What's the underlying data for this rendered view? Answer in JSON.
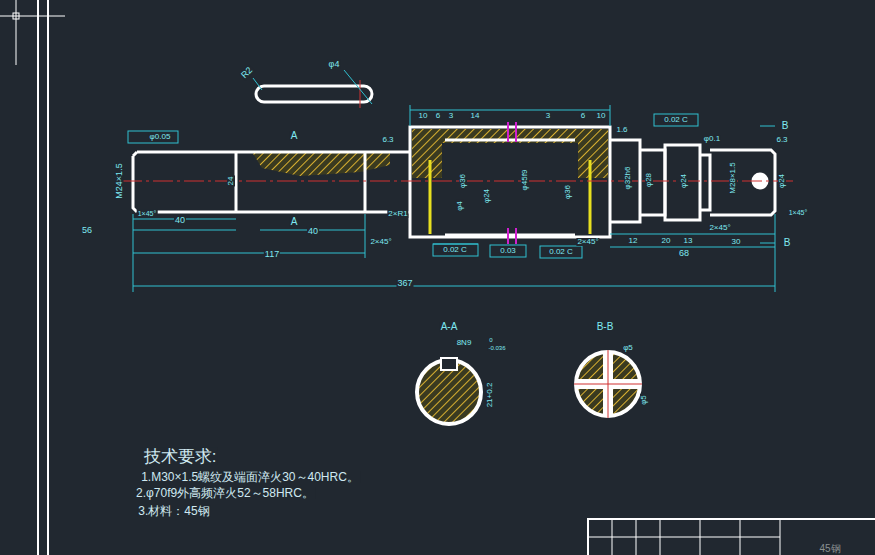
{
  "diagram": {
    "labels": [
      "φ4",
      "R2",
      "A",
      "A",
      "B",
      "B",
      "φ0.05",
      "M24×1.5",
      "1×45°",
      "40",
      "56",
      "40",
      "24",
      "6.3",
      "2×R1",
      "117",
      "2×45°",
      "367",
      "10",
      "6",
      "3",
      "14",
      "3",
      "6",
      "10",
      "φ36",
      "φ4",
      "φ24",
      "φ45f9",
      "φ36",
      "0.02 C",
      "0.03",
      "0.02 C",
      "2×45°",
      "1.6",
      "0.02 C",
      "φ0.1",
      "6.3",
      "φ32h6",
      "φ28",
      "φ24",
      "M28×1.5",
      "φ24",
      "1×45°",
      "12",
      "20",
      "13",
      "2×45°",
      "30",
      "68",
      "A-A",
      "B-B",
      "8N9",
      "0",
      "-0.036",
      "21+0.2",
      "φ5",
      "φ5",
      "技术要求:",
      "1.M30×1.5螺纹及端面淬火30～40HRC。",
      "2.φ70f9外高频淬火52～58HRC。",
      "3.材料：45钢",
      "45钢"
    ]
  }
}
